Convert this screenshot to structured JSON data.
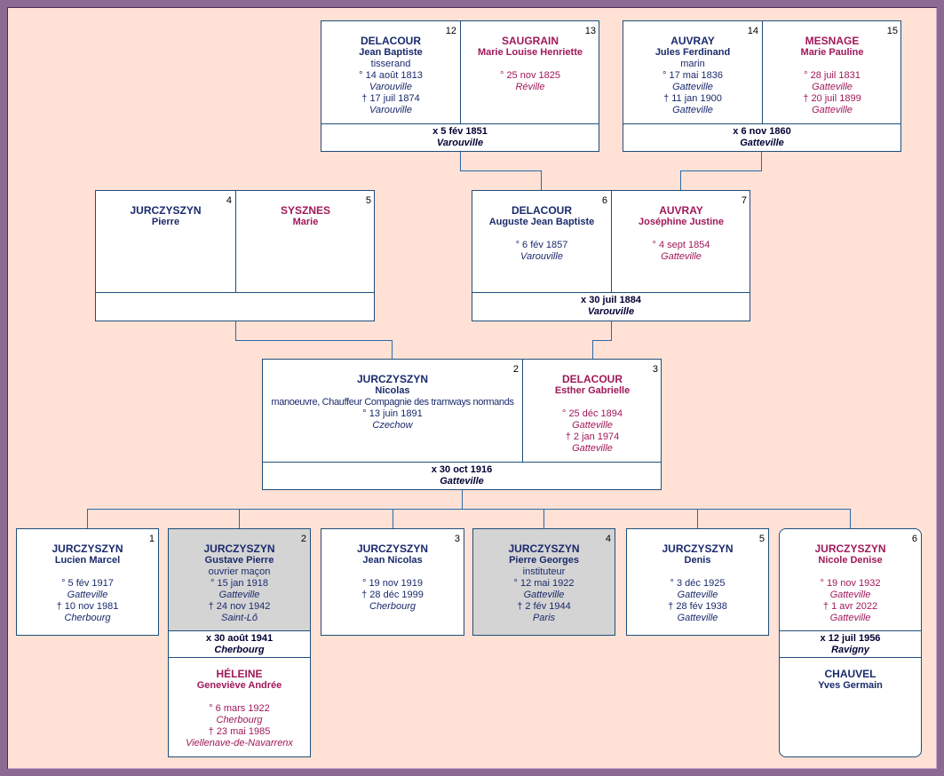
{
  "persons": {
    "p12": {
      "num": "12",
      "surname": "DELACOUR",
      "given": "Jean Baptiste",
      "occupation": "tisserand",
      "birth": "° 14 août 1813",
      "birth_place": "Varouville",
      "death": "† 17 juil 1874",
      "death_place": "Varouville"
    },
    "p13": {
      "num": "13",
      "surname": "SAUGRAIN",
      "given": "Marie Louise Henriette",
      "birth": "° 25 nov 1825",
      "birth_place": "Réville"
    },
    "p14": {
      "num": "14",
      "surname": "AUVRAY",
      "given": "Jules Ferdinand",
      "occupation": "marin",
      "birth": "° 17 mai 1836",
      "birth_place": "Gatteville",
      "death": "† 11 jan 1900",
      "death_place": "Gatteville"
    },
    "p15": {
      "num": "15",
      "surname": "MESNAGE",
      "given": "Marie Pauline",
      "birth": "° 28 juil 1831",
      "birth_place": "Gatteville",
      "death": "† 20 juil 1899",
      "death_place": "Gatteville"
    },
    "p4": {
      "num": "4",
      "surname": "JURCZYSZYN",
      "given": "Pierre"
    },
    "p5": {
      "num": "5",
      "surname": "SYSZNES",
      "given": "Marie"
    },
    "p6": {
      "num": "6",
      "surname": "DELACOUR",
      "given": "Auguste Jean Baptiste",
      "birth": "° 6 fév 1857",
      "birth_place": "Varouville"
    },
    "p7": {
      "num": "7",
      "surname": "AUVRAY",
      "given": "Joséphine Justine",
      "birth": "° 4 sept 1854",
      "birth_place": "Gatteville"
    },
    "p2": {
      "num": "2",
      "surname": "JURCZYSZYN",
      "given": "Nicolas",
      "occupation": "manoeuvre, Chauffeur Compagnie des tramways normands",
      "birth": "° 13 juin 1891",
      "birth_place": "Czechow"
    },
    "p3": {
      "num": "3",
      "surname": "DELACOUR",
      "given": "Esther Gabrielle",
      "birth": "° 25 déc 1894",
      "birth_place": "Gatteville",
      "death": "† 2 jan 1974",
      "death_place": "Gatteville"
    }
  },
  "marriages": {
    "m12_13": {
      "date": "x 5 fév 1851",
      "place": "Varouville"
    },
    "m14_15": {
      "date": "x 6 nov 1860",
      "place": "Gatteville"
    },
    "m6_7": {
      "date": "x 30 juil 1884",
      "place": "Varouville"
    },
    "m2_3": {
      "date": "x 30 oct 1916",
      "place": "Gatteville"
    }
  },
  "children": [
    {
      "num": "1",
      "surname": "JURCZYSZYN",
      "given": "Lucien Marcel",
      "birth": "° 5 fév 1917",
      "birth_place": "Gatteville",
      "death": "† 10 nov 1981",
      "death_place": "Cherbourg"
    },
    {
      "num": "2",
      "surname": "JURCZYSZYN",
      "given": "Gustave Pierre",
      "occupation": "ouvrier maçon",
      "birth": "° 15 jan 1918",
      "birth_place": "Gatteville",
      "death": "† 24 nov 1942",
      "death_place": "Saint-Lô",
      "marriage": {
        "date": "x 30 août 1941",
        "place": "Cherbourg"
      },
      "spouse": {
        "surname": "HÉLEINE",
        "given": "Geneviève Andrée",
        "birth": "° 6 mars 1922",
        "birth_place": "Cherbourg",
        "death": "† 23 mai 1985",
        "death_place": "Viellenave-de-Navarrenx"
      }
    },
    {
      "num": "3",
      "surname": "JURCZYSZYN",
      "given": "Jean Nicolas",
      "birth": "° 19 nov 1919",
      "death": "† 28 déc 1999",
      "death_place": "Cherbourg"
    },
    {
      "num": "4",
      "surname": "JURCZYSZYN",
      "given": "Pierre Georges",
      "occupation": "instituteur",
      "birth": "° 12 mai 1922",
      "birth_place": "Gatteville",
      "death": "† 2 fév 1944",
      "death_place": "Paris"
    },
    {
      "num": "5",
      "surname": "JURCZYSZYN",
      "given": "Denis",
      "birth": "° 3 déc 1925",
      "birth_place": "Gatteville",
      "death": "† 28 fév 1938",
      "death_place": "Gatteville"
    },
    {
      "num": "6",
      "surname": "JURCZYSZYN",
      "given": "Nicole Denise",
      "birth": "° 19 nov 1932",
      "birth_place": "Gatteville",
      "death": "† 1 avr 2022",
      "death_place": "Gatteville",
      "marriage": {
        "date": "x 12 juil 1956",
        "place": "Ravigny"
      },
      "spouse": {
        "surname": "CHAUVEL",
        "given": "Yves Germain"
      }
    }
  ],
  "colors": {
    "male": "#1a2a6c",
    "female": "#a0185a",
    "background": "#ffe1d6",
    "frame": "#8a6a92",
    "line": "#2a6aa8"
  }
}
